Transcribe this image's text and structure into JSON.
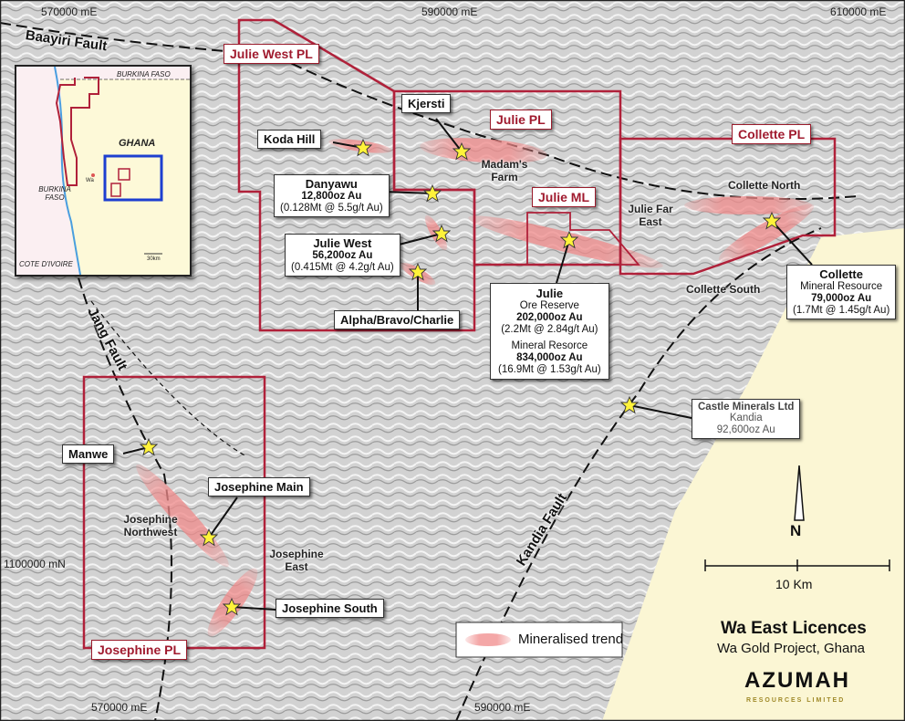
{
  "coordinates": {
    "top": [
      "570000 mE",
      "590000 mE",
      "610000 mE"
    ],
    "bottom": [
      "570000 mE",
      "590000 mE"
    ],
    "left": [
      "1100000 mN"
    ]
  },
  "faults": [
    "Baayiri Fault",
    "Jang Fault",
    "Kandia Fault"
  ],
  "licences": {
    "julie_west_pl": "Julie West PL",
    "julie_pl": "Julie PL",
    "collette_pl": "Collette PL",
    "julie_ml": "Julie ML",
    "josephine_pl": "Josephine PL"
  },
  "deposits": {
    "kjersti": "Kjersti",
    "koda_hill": "Koda Hill",
    "danyawu": {
      "name": "Danyawu",
      "resource": "12,800oz Au",
      "detail": "(0.128Mt @ 5.5g/t Au)"
    },
    "julie_west": {
      "name": "Julie West",
      "resource": "56,200oz Au",
      "detail": "(0.415Mt @ 4.2g/t Au)"
    },
    "alpha": "Alpha/Bravo/Charlie",
    "julie": {
      "name": "Julie",
      "reserve_label": "Ore Reserve",
      "reserve": "202,000oz Au",
      "reserve_detail": "(2.2Mt @ 2.84g/t Au)",
      "resource_label": "Mineral Resorce",
      "resource": "834,000oz Au",
      "resource_detail": "(16.9Mt @ 1.53g/t Au)"
    },
    "collette": {
      "name": "Collette",
      "label": "Mineral Resource",
      "resource": "79,000oz Au",
      "detail": "(1.7Mt @ 1.45g/t Au)"
    },
    "castle": {
      "name": "Castle Minerals Ltd",
      "place": "Kandia",
      "resource": "92,600oz Au"
    },
    "manwe": "Manwe",
    "josephine_main": "Josephine Main",
    "josephine_south": "Josephine South"
  },
  "areas": {
    "madams_farm": "Madam's Farm",
    "julie_far_east": "Julie Far East",
    "collette_north": "Collette North",
    "collette_south": "Collette South",
    "josephine_northwest": "Josephine Northwest",
    "josephine_east": "Josephine East"
  },
  "inset": {
    "burkina_top": "BURKINA FASO",
    "ghana": "GHANA",
    "burkina_left": "BURKINA FASO",
    "cote": "COTE D'IVOIRE",
    "wa": "Wa",
    "scale": "30km"
  },
  "legend": {
    "mineralised_trend": "Mineralised trend"
  },
  "north": "N",
  "scale": "10 Km",
  "title": "Wa East Licences",
  "subtitle": "Wa Gold Project, Ghana",
  "logo": {
    "name": "AZUMAH",
    "tagline": "RESOURCES LIMITED"
  },
  "colors": {
    "licence": "#b0213a",
    "trend": "#f4a0a0",
    "star": "#ffee33",
    "yellow_area": "#fbf6d4"
  }
}
